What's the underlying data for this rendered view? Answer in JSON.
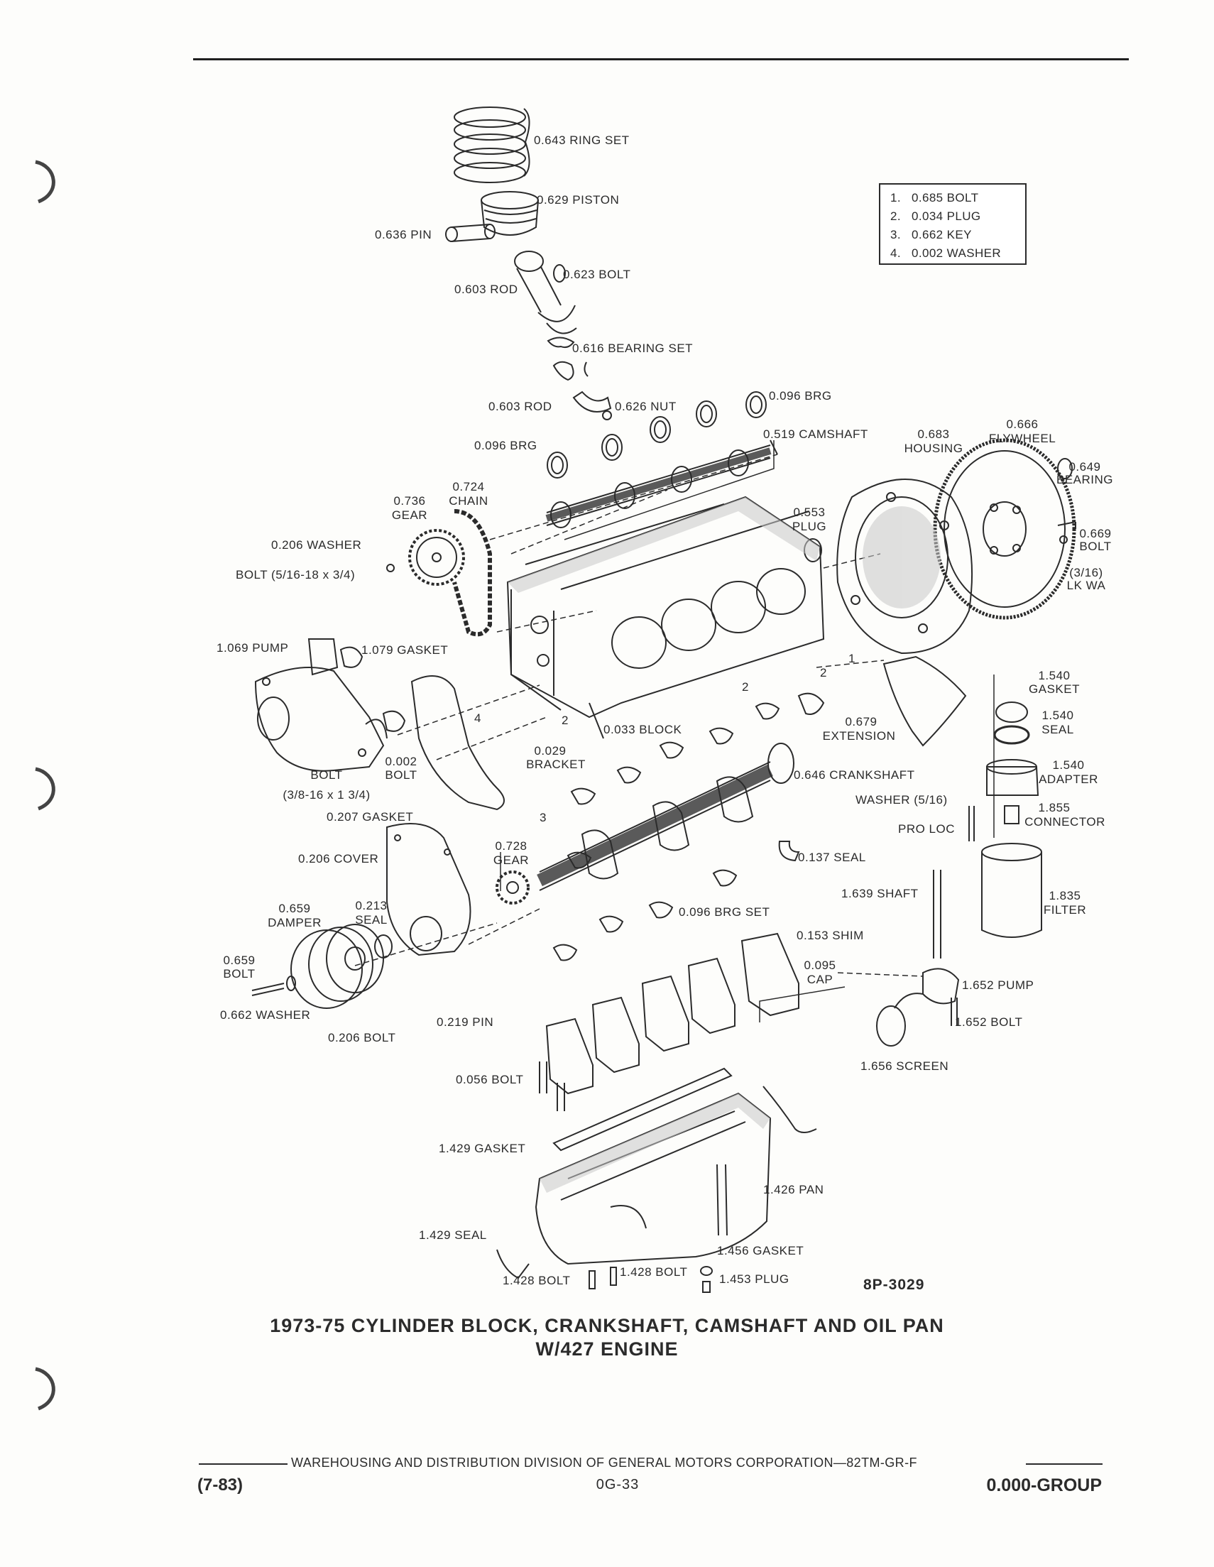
{
  "labels": {
    "ring_set": "0.643 RING SET",
    "piston": "0.629 PISTON",
    "pin": "0.636 PIN",
    "bolt_623": "0.623 BOLT",
    "rod_top": "0.603 ROD",
    "bearing_set": "0.616 BEARING SET",
    "rod_mid": "0.603 ROD",
    "nut": "0.626 NUT",
    "brg_top": "0.096 BRG",
    "brg_left": "0.096 BRG",
    "camshaft": "0.519 CAMSHAFT",
    "housing_num": "0.683",
    "housing": "HOUSING",
    "flywheel_num": "0.666",
    "flywheel": "FLYWHEEL",
    "bearing_649_num": "0.649",
    "bearing_649": "BEARING",
    "chain_num": "0.724",
    "chain": "CHAIN",
    "gear_736_num": "0.736",
    "gear_736": "GEAR",
    "plug_553_num": "0.553",
    "plug_553": "PLUG",
    "bolt_669_num": "0.669",
    "bolt_669": "BOLT",
    "lk_wa_size": "(3/16)",
    "lk_wa": "LK WA",
    "washer_206": "0.206 WASHER",
    "bolt_cam": "BOLT (5/16-18 x 3/4)",
    "pump_1069": "1.069 PUMP",
    "gasket_1079": "1.079 GASKET",
    "gasket_1540_num": "1.540",
    "gasket_1540": "GASKET",
    "seal_1540_num": "1.540",
    "seal_1540": "SEAL",
    "extension_num": "0.679",
    "extension": "EXTENSION",
    "block": "0.033 BLOCK",
    "bracket_num": "0.029",
    "bracket": "BRACKET",
    "bolt_002_num": "0.002",
    "bolt_002": "BOLT",
    "bolt_water": "BOLT",
    "bolt_water_size": "(3/8-16 x 1 3/4)",
    "crankshaft": "0.646 CRANKSHAFT",
    "adapter_num": "1.540",
    "adapter": "ADAPTER",
    "washer_516": "WASHER (5/16)",
    "connector_num": "1.855",
    "connector": "CONNECTOR",
    "pro_loc": "PRO LOC",
    "gasket_207": "0.207 GASKET",
    "cover_206": "0.206 COVER",
    "gear_728_num": "0.728",
    "gear_728": "GEAR",
    "seal_137": "0.137 SEAL",
    "shaft_1639": "1.639 SHAFT",
    "filter_num": "1.835",
    "filter": "FILTER",
    "damper_num": "0.659",
    "damper": "DAMPER",
    "seal_213_num": "0.213",
    "seal_213": "SEAL",
    "brg_set": "0.096 BRG SET",
    "shim": "0.153 SHIM",
    "cap_num": "0.095",
    "cap": "CAP",
    "bolt_659_num": "0.659",
    "bolt_659": "BOLT",
    "pump_1652": "1.652 PUMP",
    "washer_662": "0.662 WASHER",
    "pin_219": "0.219 PIN",
    "bolt_206": "0.206 BOLT",
    "bolt_1652": "1.652 BOLT",
    "screen": "1.656 SCREEN",
    "bolt_056": "0.056 BOLT",
    "gasket_1429": "1.429 GASKET",
    "pan": "1.426 PAN",
    "seal_1429": "1.429 SEAL",
    "gasket_1456": "1.456 GASKET",
    "bolt_1428_a": "1.428 BOLT",
    "bolt_1428_b": "1.428 BOLT",
    "plug_1453": "1.453 PLUG",
    "key_1": "1",
    "key_2a": "2",
    "key_2b": "2",
    "key_2c": "2",
    "key_3": "3",
    "key_4": "4"
  },
  "legend": [
    {
      "num": "1.",
      "text": "0.685 BOLT"
    },
    {
      "num": "2.",
      "text": "0.034 PLUG"
    },
    {
      "num": "3.",
      "text": "0.662 KEY"
    },
    {
      "num": "4.",
      "text": "0.002 WASHER"
    }
  ],
  "figure_id": "8P-3029",
  "caption": {
    "line1": "1973-75 CYLINDER BLOCK, CRANKSHAFT, CAMSHAFT AND OIL PAN",
    "line2": "W/427 ENGINE"
  },
  "footer": {
    "center": "WAREHOUSING AND DISTRIBUTION DIVISION OF GENERAL MOTORS CORPORATION—82TM-GR-F",
    "left": "(7-83)",
    "page": "0G-33",
    "right": "0.000-GROUP"
  },
  "colors": {
    "ink": "#2b2b2b",
    "paper": "#fdfdfb",
    "shade": "#c8c8c8"
  }
}
